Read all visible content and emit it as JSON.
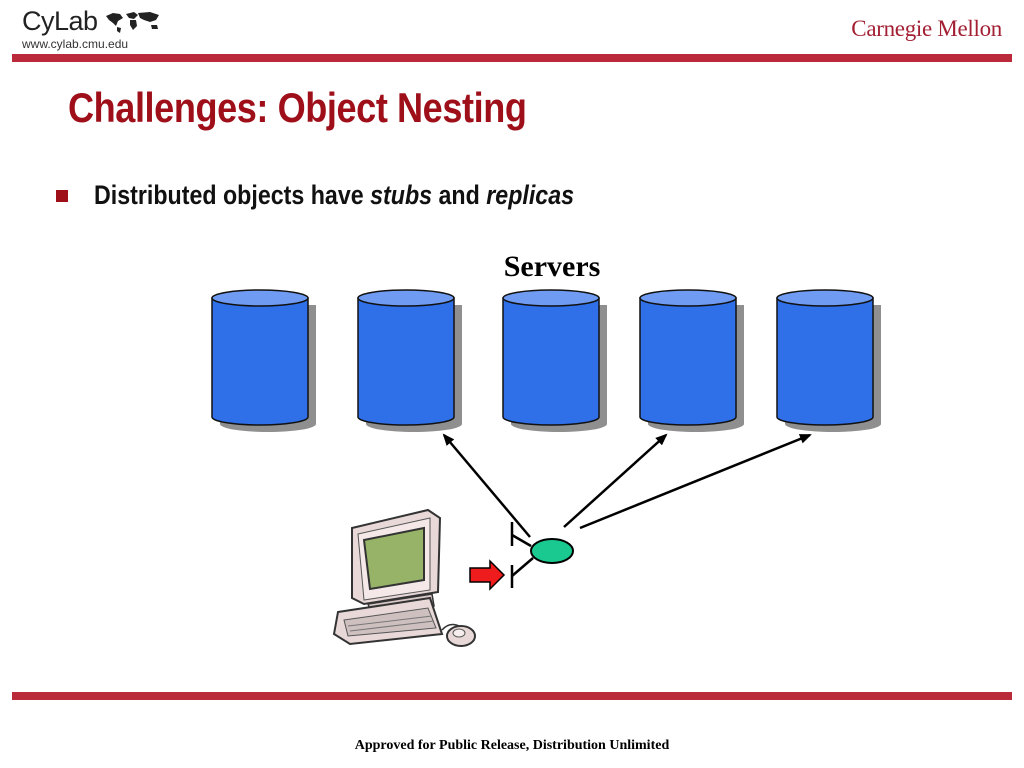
{
  "header": {
    "cylab_logo": "CyLab",
    "cylab_url": "www.cylab.cmu.edu",
    "cmu_logo": "Carnegie Mellon"
  },
  "slide": {
    "title": "Challenges: Object Nesting",
    "bullet": {
      "part1": "Distributed objects have ",
      "stubs": "stubs",
      "part2": " and ",
      "replicas": "replicas"
    }
  },
  "diagram": {
    "servers_label": "Servers",
    "colors": {
      "server_fill": "#2f6fe8",
      "server_top": "#6f9cf2",
      "stub_fill": "#19c98f",
      "request_arrow": "#ee1c1c"
    },
    "icons": [
      "database-cylinder",
      "desktop-computer",
      "mouse"
    ]
  },
  "footer": {
    "text": "Approved for Public Release, Distribution Unlimited"
  }
}
